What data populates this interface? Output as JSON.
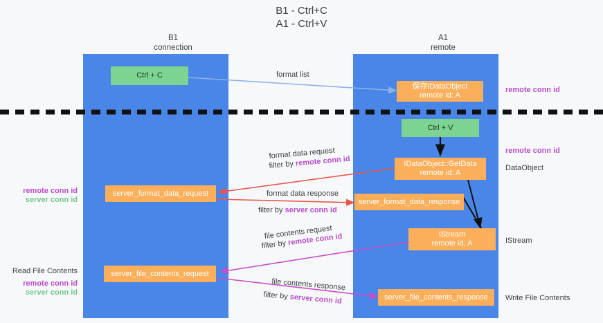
{
  "title": "B1 - Ctrl+C\nA1 - Ctrl+V",
  "lanes": [
    {
      "name": "B1",
      "sub": "connection",
      "header": "B1\nconnection"
    },
    {
      "name": "A1",
      "sub": "remote",
      "header": "A1\nremote"
    }
  ],
  "boxes": {
    "ctrl_c": "Ctrl + C",
    "ctrl_v": "Ctrl + V",
    "store_dataobject": "保存IDataObject\nremote id: A",
    "getdata": "IDataObject::GetData\nremote id: A",
    "istream": "IStream\nremote id: A",
    "server_format_data_request": "server_format_data_request",
    "server_format_data_response": "server_format_data_response",
    "server_file_contents_request": "server_file_contents_request",
    "server_file_contents_response": "server_file_contents_response"
  },
  "arrow_labels": {
    "format_list": "format list",
    "format_data_request": "format data request",
    "format_data_request_filter_prefix": "filter by ",
    "format_data_request_filter_key": "remote conn id",
    "format_data_response": "format data response",
    "format_data_response_filter_prefix": "filter by ",
    "format_data_response_filter_key": "server conn id",
    "file_contents_request": "file contents request",
    "file_contents_request_filter_prefix": "filter by ",
    "file_contents_request_filter_key": "remote conn id",
    "file_contents_response": "file contents response",
    "file_contents_response_filter_prefix": "filter by ",
    "file_contents_response_filter_key": "server conn id"
  },
  "side_labels": {
    "right_remote_conn_id_top": "remote conn id",
    "right_remote_conn_id_mid": "remote conn id",
    "right_dataobject": "DataObject",
    "right_istream": "IStream",
    "right_write_file_contents": "Write File Contents",
    "left_remote_conn_id": "remote conn id",
    "left_server_conn_id": "server conn id",
    "left_read_file_contents": "Read File Contents",
    "left_remote_conn_id_2": "remote conn id",
    "left_server_conn_id_2": "server conn id"
  },
  "colors": {
    "lane": "#4a86e8",
    "box_green": "#7dd391",
    "box_orange": "#fbaf5a",
    "accent_purple": "#b94ec9",
    "accent_green": "#74c98a",
    "arrow_red": "#e8564a",
    "arrow_blue": "#8ab4e8",
    "arrow_magenta": "#c64ec9",
    "arrow_black": "#1a1a1a",
    "background": "#f7f8fa"
  },
  "divider": {
    "name": "phase-divider",
    "style": "dashed"
  }
}
